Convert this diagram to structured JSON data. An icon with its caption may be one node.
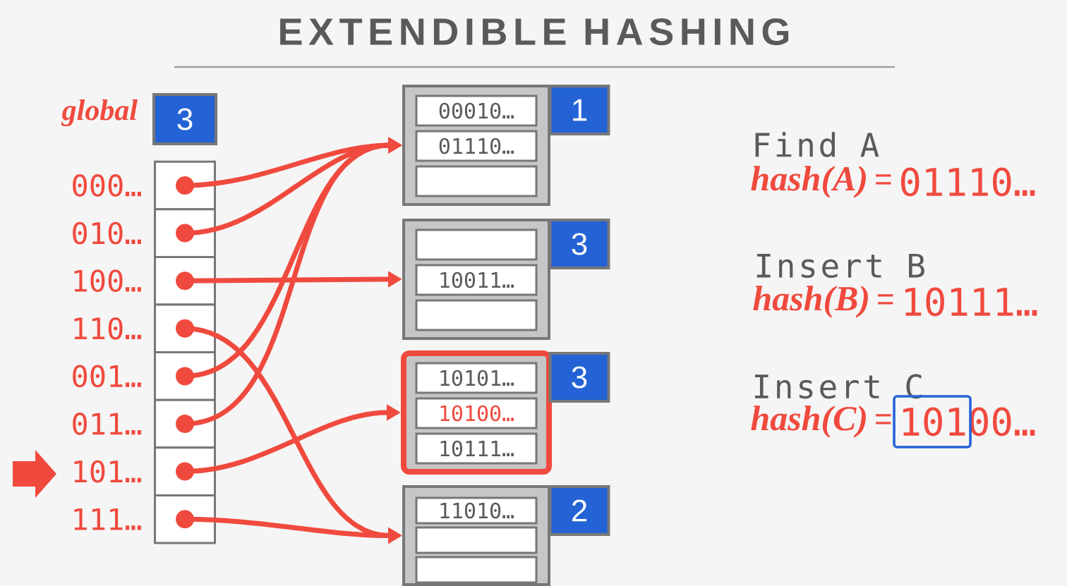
{
  "diagram": {
    "title": "EXTENDIBLE HASHING",
    "nodes": [
      {
        "text": [
          "3"
        ],
        "beside": [
          "global"
        ]
      },
      {
        "text": [],
        "shape": "box",
        "beside": [
          "000…"
        ]
      },
      {
        "text": [],
        "shape": "box",
        "beside": [
          "010…"
        ]
      },
      {
        "text": [],
        "shape": "box",
        "beside": [
          "100…"
        ]
      },
      {
        "text": [],
        "shape": "box",
        "beside": [
          "110…"
        ]
      },
      {
        "text": [],
        "shape": "box",
        "beside": [
          "001…"
        ]
      },
      {
        "text": [],
        "shape": "box",
        "beside": [
          "011…"
        ]
      },
      {
        "text": [],
        "shape": "box",
        "beside": [
          "101…"
        ]
      },
      {
        "text": [],
        "shape": "box",
        "beside": [
          "111…"
        ]
      },
      {
        "text": [],
        "shape": "box"
      },
      {
        "text": [
          "00010…"
        ],
        "in": 9
      },
      {
        "text": [
          "01110…"
        ],
        "in": 9
      },
      {
        "text": [],
        "shape": "box",
        "in": 9
      },
      {
        "text": [
          "1"
        ]
      },
      {
        "text": [],
        "shape": "box"
      },
      {
        "text": [],
        "shape": "box",
        "in": 14
      },
      {
        "text": [
          "10011…"
        ],
        "in": 14
      },
      {
        "text": [],
        "shape": "box",
        "in": 14
      },
      {
        "text": [
          "3"
        ]
      },
      {
        "text": [],
        "shape": "box"
      },
      {
        "text": [
          "10101…"
        ],
        "in": 19
      },
      {
        "text": [
          "10100…"
        ],
        "in": 19
      },
      {
        "text": [
          "10111…"
        ],
        "in": 19
      },
      {
        "text": [
          "3"
        ]
      },
      {
        "text": [],
        "shape": "box"
      },
      {
        "text": [
          "11010…"
        ],
        "in": 24
      },
      {
        "text": [],
        "shape": "box",
        "in": 24
      },
      {
        "text": [],
        "shape": "box",
        "in": 24
      },
      {
        "text": [
          "2"
        ]
      }
    ],
    "edges": [
      {
        "from": 1,
        "to": 9,
        "arrow": "to"
      },
      {
        "from": 2,
        "to": 9,
        "arrow": "to"
      },
      {
        "from": 3,
        "to": 14,
        "arrow": "to"
      },
      {
        "from": 4,
        "to": 24,
        "arrow": "to"
      },
      {
        "from": 5,
        "to": 9,
        "arrow": "to"
      },
      {
        "from": 6,
        "to": 9,
        "arrow": "to"
      },
      {
        "from": 7,
        "to": 19,
        "arrow": "to"
      },
      {
        "from": 8,
        "to": 24,
        "arrow": "to"
      }
    ],
    "labels": [
      "Find A",
      "hash(A)",
      "=",
      "01110…",
      "Insert B",
      "hash(B)",
      "=",
      "10111…",
      "Insert C",
      "hash(C)",
      "=",
      "10100…"
    ]
  }
}
